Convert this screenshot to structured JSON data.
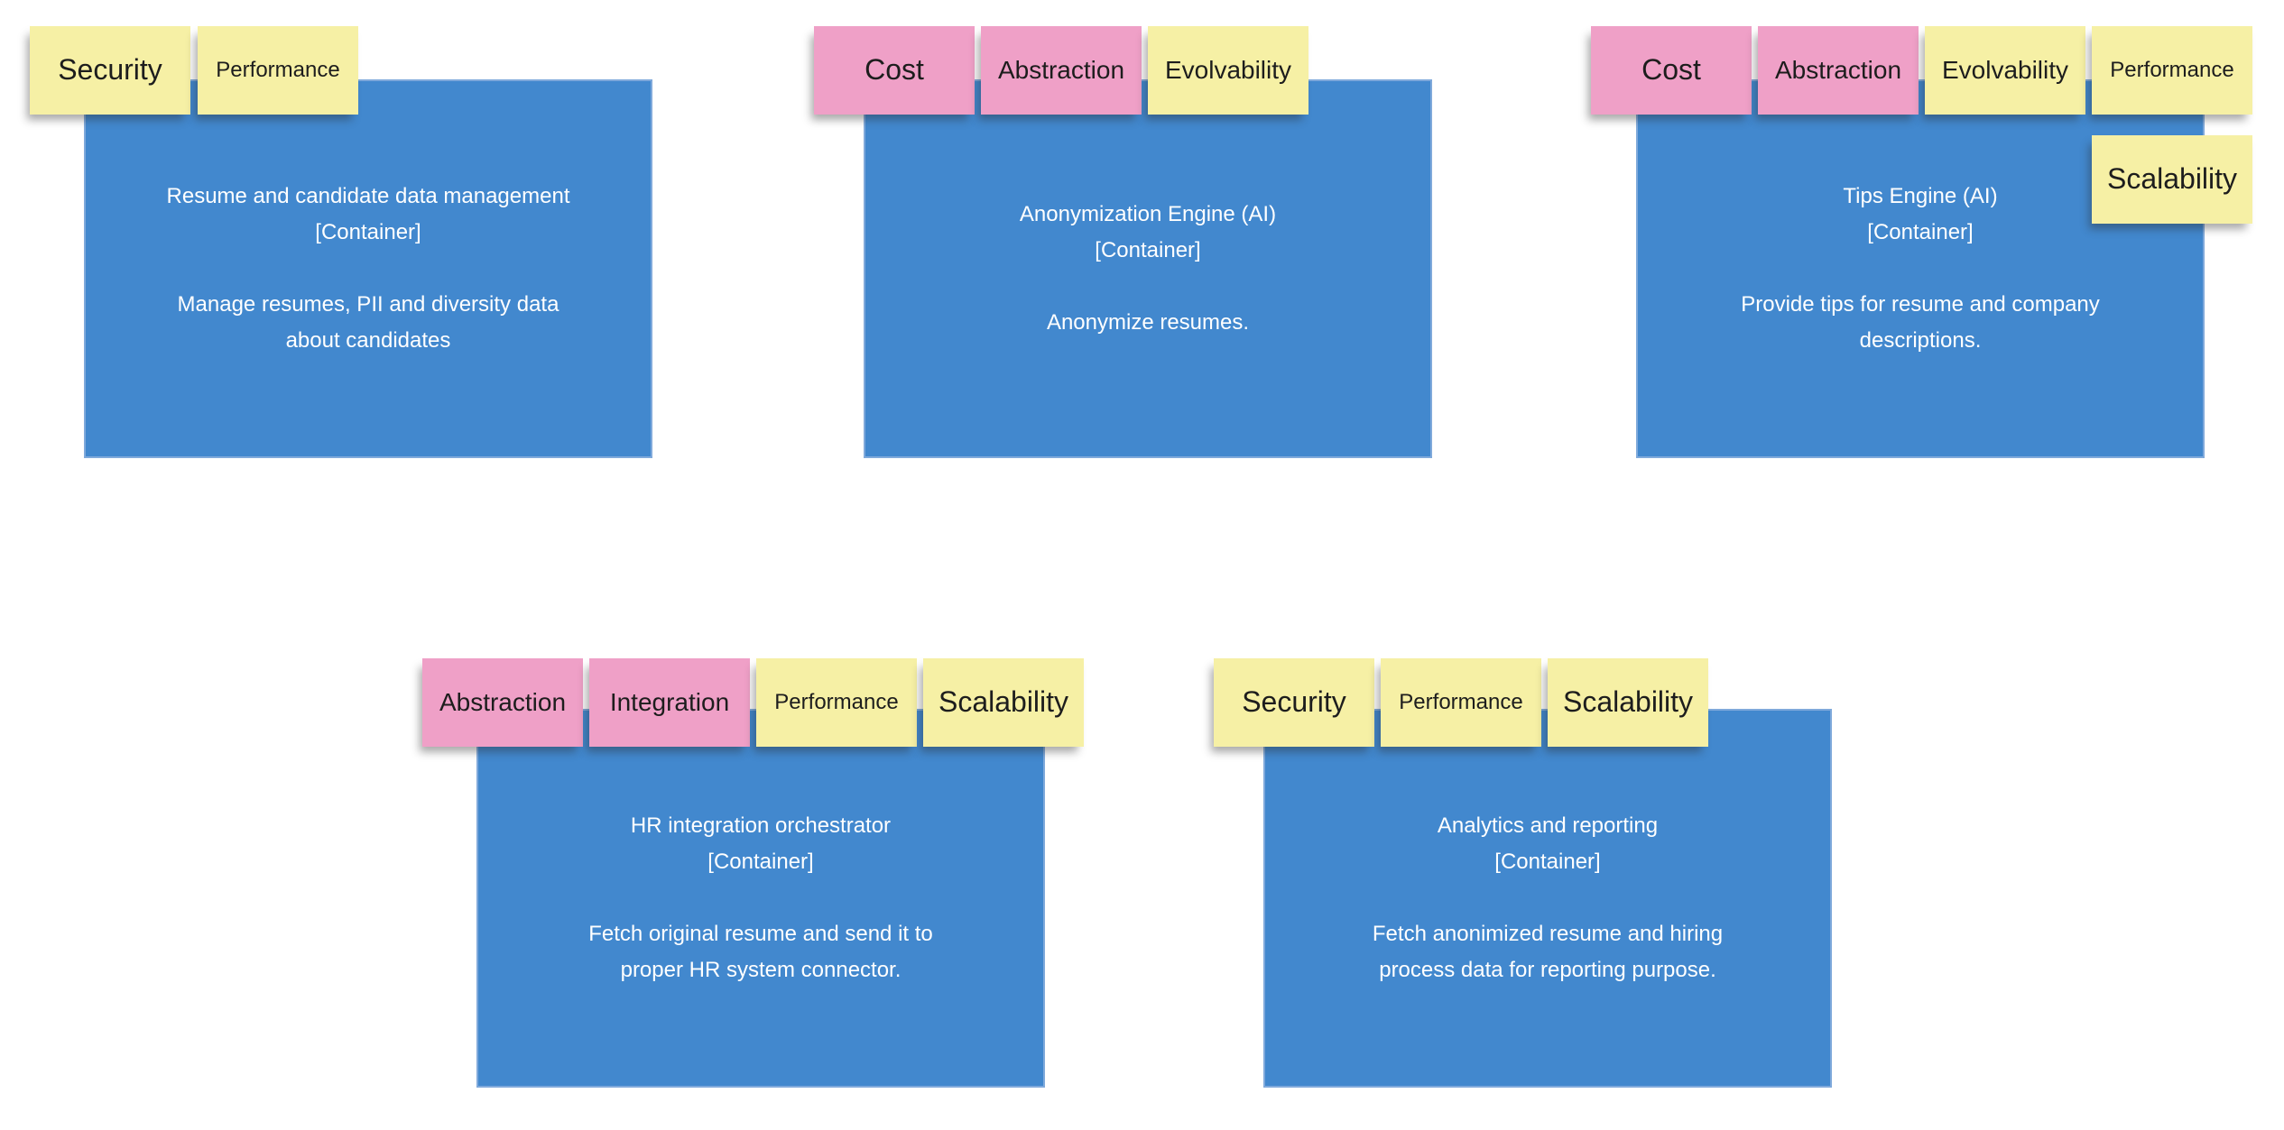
{
  "colors": {
    "note-yellow": "#f6f0a5",
    "note-pink": "#efa0c7",
    "box-blue": "#4288ce",
    "box-border": "#7fa9db",
    "box-text": "#ffffff",
    "note-text": "#1d1d1d"
  },
  "boxes": [
    {
      "title": "Resume and candidate data management",
      "subtitle": "[Container]",
      "desc_lines": [
        "Manage resumes, PII and diversity data",
        "about candidates"
      ]
    },
    {
      "title": "Anonymization Engine (AI)",
      "subtitle": "[Container]",
      "desc_lines": [
        "Anonymize resumes."
      ]
    },
    {
      "title": "Tips Engine (AI)",
      "subtitle": "[Container]",
      "desc_lines": [
        "Provide tips for resume and company",
        "descriptions."
      ]
    },
    {
      "title": "HR integration orchestrator",
      "subtitle": "[Container]",
      "desc_lines": [
        "Fetch original resume and send it to",
        "proper HR system connector."
      ]
    },
    {
      "title": "Analytics and reporting",
      "subtitle": "[Container]",
      "desc_lines": [
        "Fetch anonimized resume and hiring",
        "process data for reporting purpose."
      ]
    }
  ],
  "notes": [
    {
      "label": "Security",
      "color": "yellow",
      "size": "lg"
    },
    {
      "label": "Performance",
      "color": "yellow",
      "size": "sm"
    },
    {
      "label": "Cost",
      "color": "pink",
      "size": "lg"
    },
    {
      "label": "Abstraction",
      "color": "pink",
      "size": "md"
    },
    {
      "label": "Evolvability",
      "color": "yellow",
      "size": "md"
    },
    {
      "label": "Cost",
      "color": "pink",
      "size": "lg"
    },
    {
      "label": "Abstraction",
      "color": "pink",
      "size": "md"
    },
    {
      "label": "Evolvability",
      "color": "yellow",
      "size": "md"
    },
    {
      "label": "Performance",
      "color": "yellow",
      "size": "sm"
    },
    {
      "label": "Scalability",
      "color": "yellow",
      "size": "lg"
    },
    {
      "label": "Abstraction",
      "color": "pink",
      "size": "md"
    },
    {
      "label": "Integration",
      "color": "pink",
      "size": "md"
    },
    {
      "label": "Performance",
      "color": "yellow",
      "size": "sm"
    },
    {
      "label": "Scalability",
      "color": "yellow",
      "size": "lg"
    },
    {
      "label": "Security",
      "color": "yellow",
      "size": "lg"
    },
    {
      "label": "Performance",
      "color": "yellow",
      "size": "sm"
    },
    {
      "label": "Scalability",
      "color": "yellow",
      "size": "lg"
    }
  ]
}
